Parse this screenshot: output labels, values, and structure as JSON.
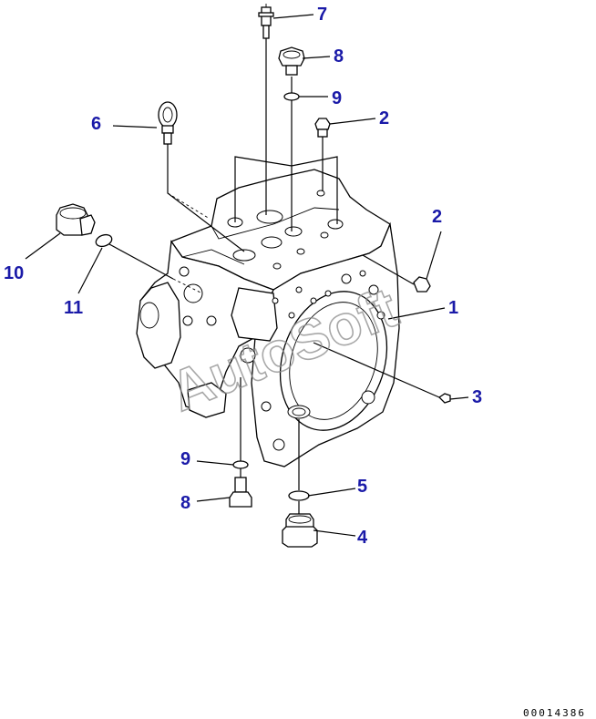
{
  "callouts": {
    "c1": "1",
    "c2a": "2",
    "c2b": "2",
    "c3": "3",
    "c4": "4",
    "c5": "5",
    "c6": "6",
    "c7": "7",
    "c8a": "8",
    "c8b": "8",
    "c9a": "9",
    "c9b": "9",
    "c10": "10",
    "c11": "11"
  },
  "watermark": "AutoSoft",
  "reference_number": "00014386",
  "colors": {
    "callout": "#1a1aa8",
    "line": "#000000",
    "watermark": "#8c8c8c"
  }
}
